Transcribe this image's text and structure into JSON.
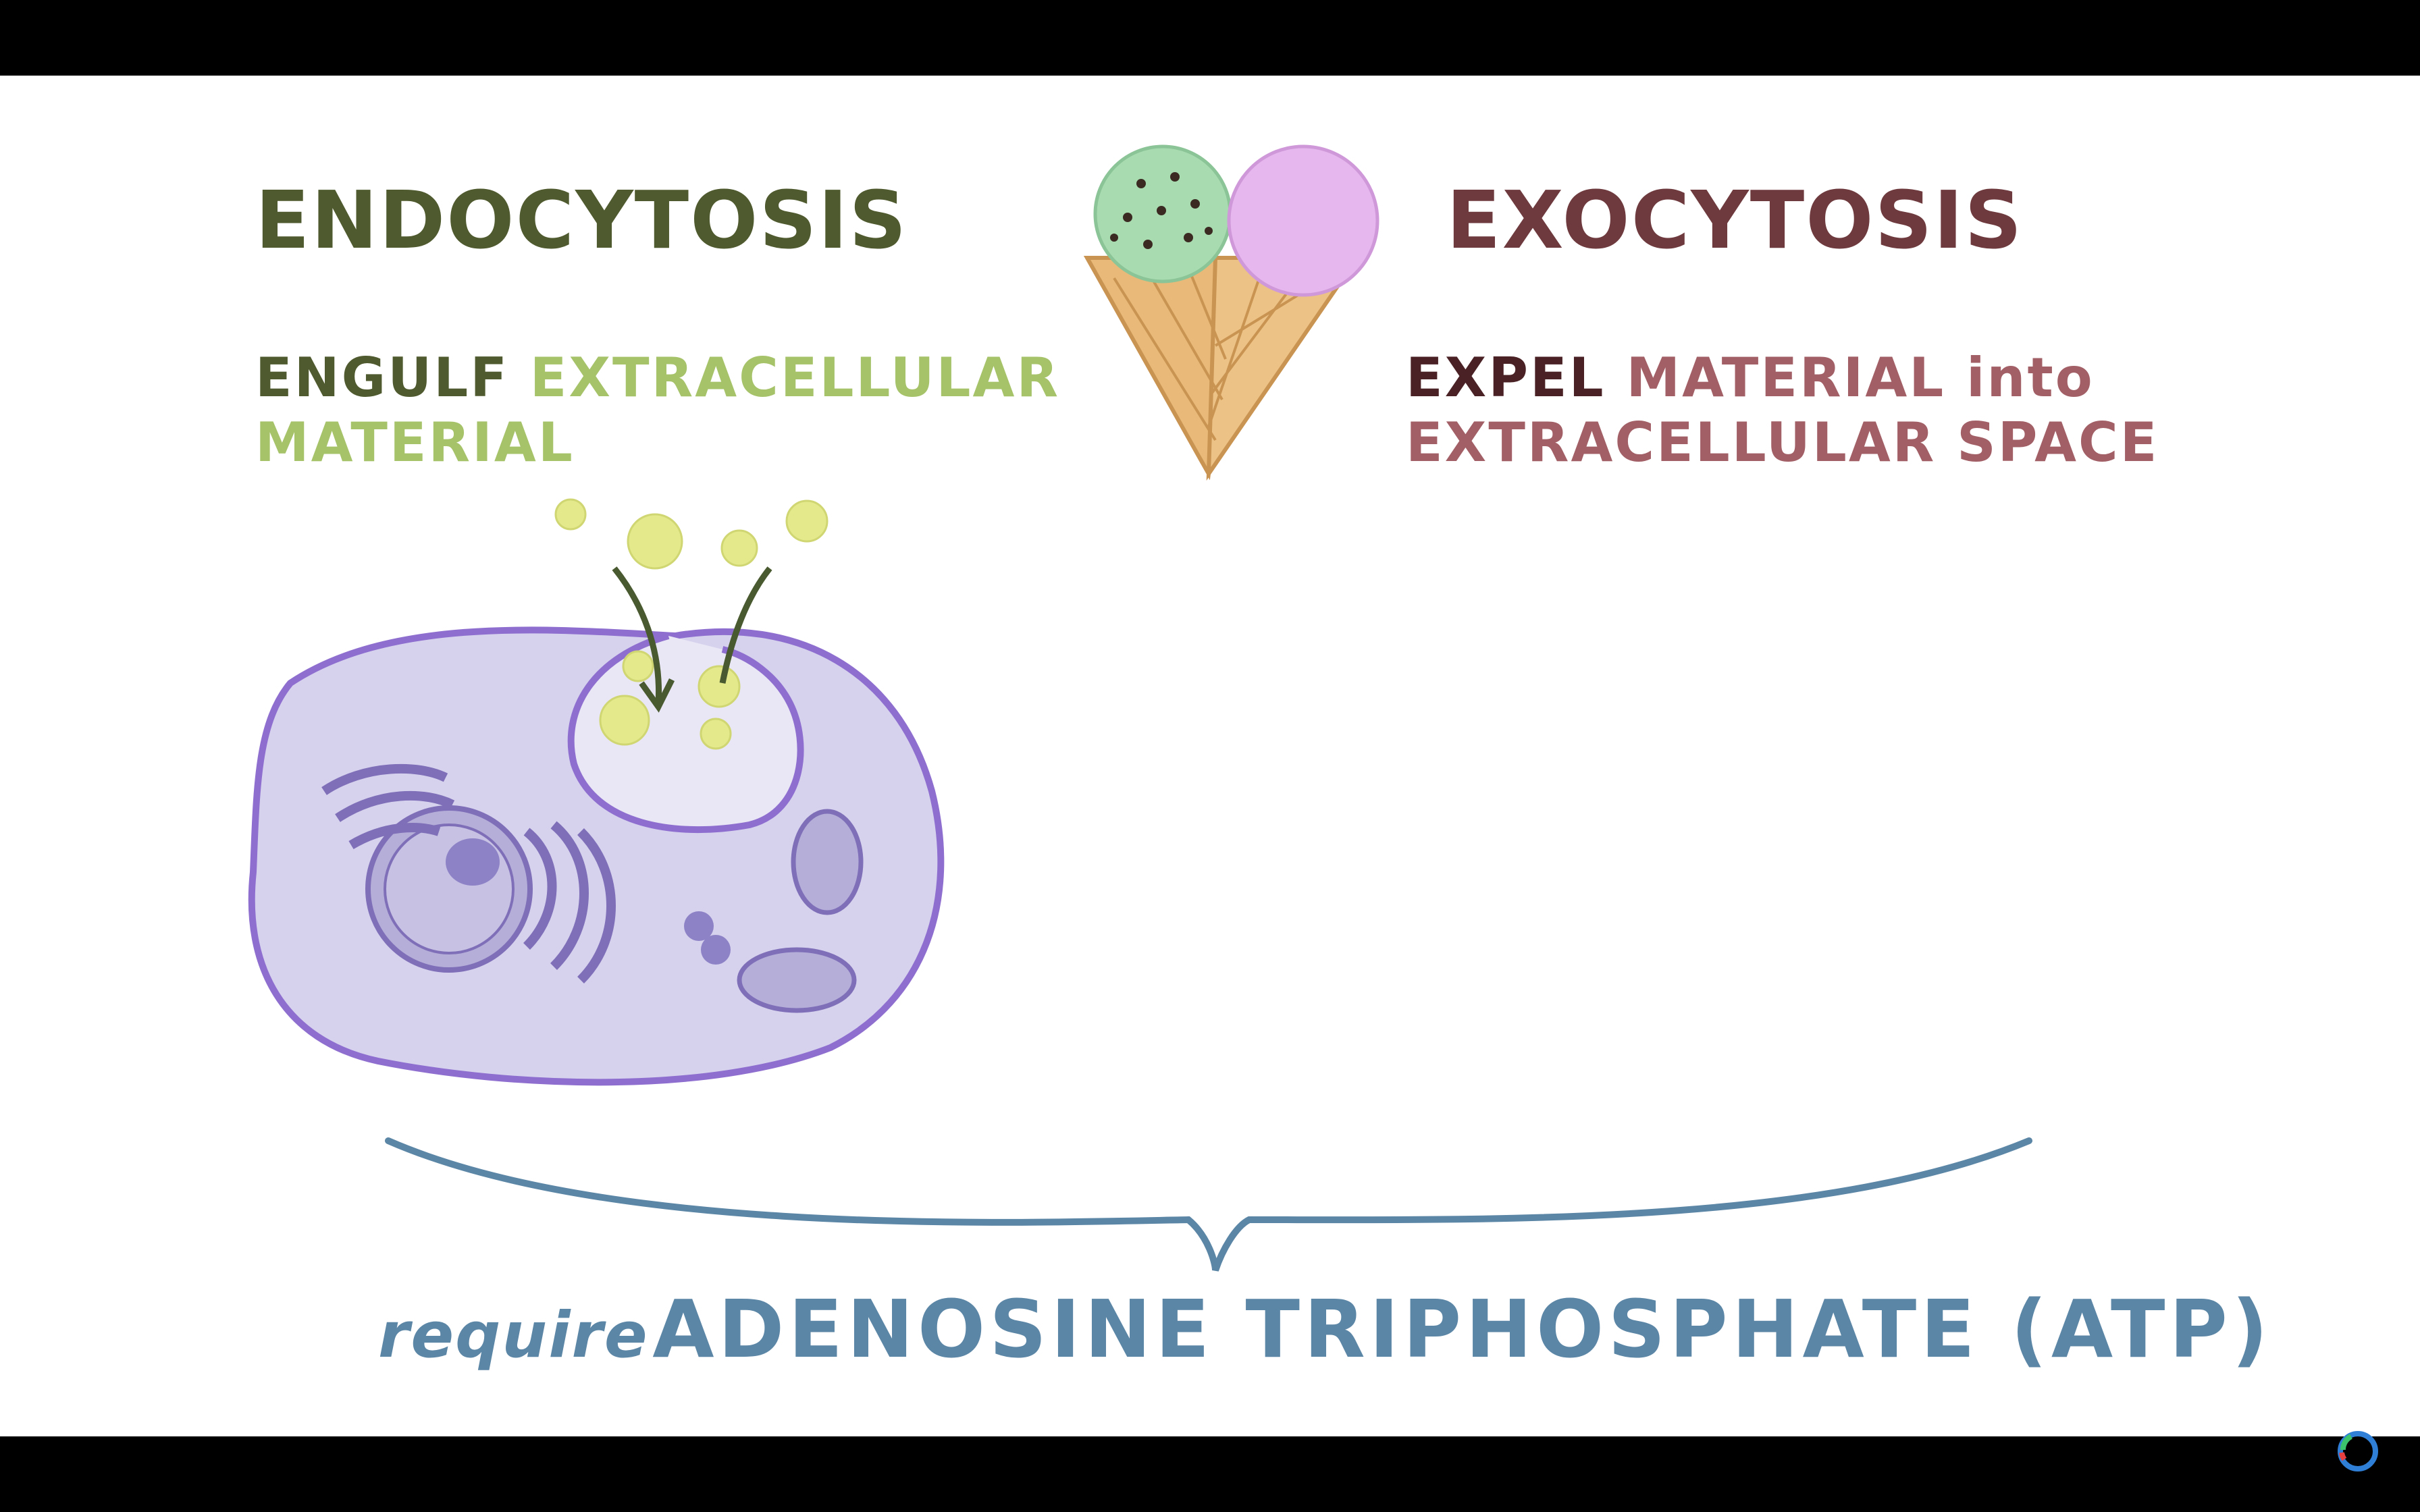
{
  "endocytosis": {
    "title": "ENDOCYTOSIS",
    "verb": "ENGULF",
    "line1_rest": "EXTRACELLULAR",
    "line2": "MATERIAL"
  },
  "exocytosis": {
    "title": "EXOCYTOSIS",
    "verb": "EXPEL",
    "line1_rest": "MATERIAL into",
    "line2": "EXTRACELLULAR SPACE"
  },
  "footer": {
    "small": "require",
    "big": "ADENOSINE TRIPHOSPHATE (ATP)"
  },
  "colors": {
    "endo_title": "#4f5a2e",
    "endo_accent": "#a6c36a",
    "exo_title": "#6e3a3e",
    "exo_verb": "#4a2226",
    "exo_accent": "#a25f66",
    "cell_fill": "#d6d2ee",
    "cell_stroke": "#8e6fcf",
    "footer": "#5c86a6"
  },
  "icons": [
    "ice-cream-cone-icon",
    "cell-illustration",
    "brace-icon",
    "osmosis-logo-icon"
  ]
}
